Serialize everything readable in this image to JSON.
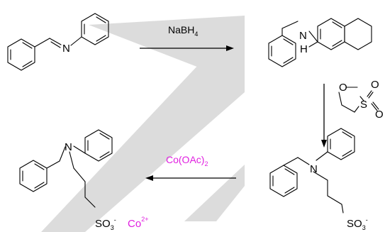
{
  "atoms": {
    "N": "N",
    "H": "H",
    "S": "S",
    "O": "O",
    "SO3": "SO",
    "SO3_sub": "3",
    "minus": "-",
    "cobalt_ion": "Co",
    "cobalt_charge": "2+"
  },
  "reagents": {
    "step1_main": "NaBH",
    "step1_sub": "4",
    "step3_main": "Co(OAc)",
    "step3_sub": "2"
  },
  "colors": {
    "ink": "#000000",
    "cobalt": "#e020e0",
    "watermark": "#dcdcdc"
  }
}
